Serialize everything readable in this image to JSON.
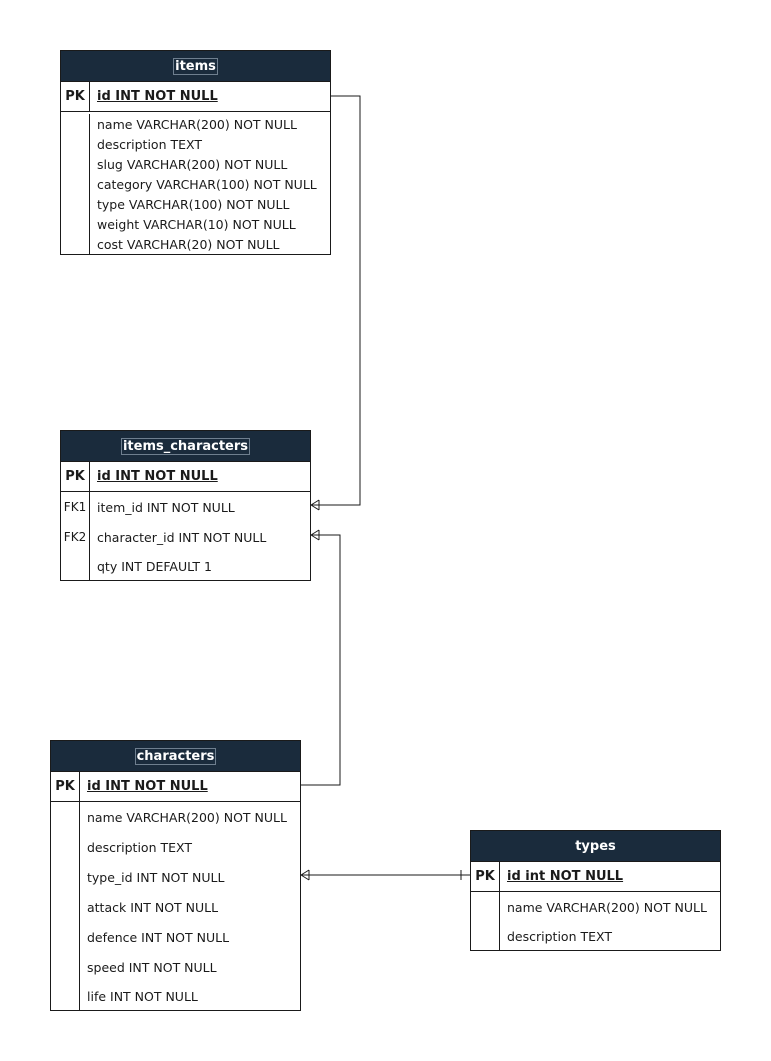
{
  "tables": {
    "items": {
      "title": "items",
      "pk_label": "PK",
      "pk_field": "id INT NOT NULL",
      "fields": [
        "name VARCHAR(200) NOT NULL",
        "description TEXT",
        "slug VARCHAR(200) NOT NULL",
        "category VARCHAR(100) NOT NULL",
        "type VARCHAR(100) NOT NULL",
        "weight VARCHAR(10) NOT NULL",
        "cost VARCHAR(20) NOT NULL"
      ]
    },
    "items_characters": {
      "title": "items_characters",
      "pk_label": "PK",
      "pk_field": "id INT NOT NULL",
      "fields": [
        {
          "key": "FK1",
          "name": "item_id INT NOT NULL"
        },
        {
          "key": "FK2",
          "name": "character_id INT  NOT NULL"
        },
        {
          "key": "",
          "name": "qty INT DEFAULT 1"
        }
      ]
    },
    "characters": {
      "title": "characters",
      "pk_label": "PK",
      "pk_field": "id INT NOT NULL",
      "fields": [
        "name VARCHAR(200) NOT NULL",
        "description TEXT",
        "type_id INT NOT NULL",
        "attack INT NOT NULL",
        "defence INT NOT NULL",
        "speed INT NOT NULL",
        "life INT NOT NULL"
      ]
    },
    "types": {
      "title": "types",
      "pk_label": "PK",
      "pk_field": "id int NOT NULL",
      "fields": [
        "name VARCHAR(200) NOT NULL",
        "description TEXT"
      ]
    }
  },
  "colors": {
    "header_bg": "#1a2b3c",
    "line": "#1a1a1a"
  }
}
